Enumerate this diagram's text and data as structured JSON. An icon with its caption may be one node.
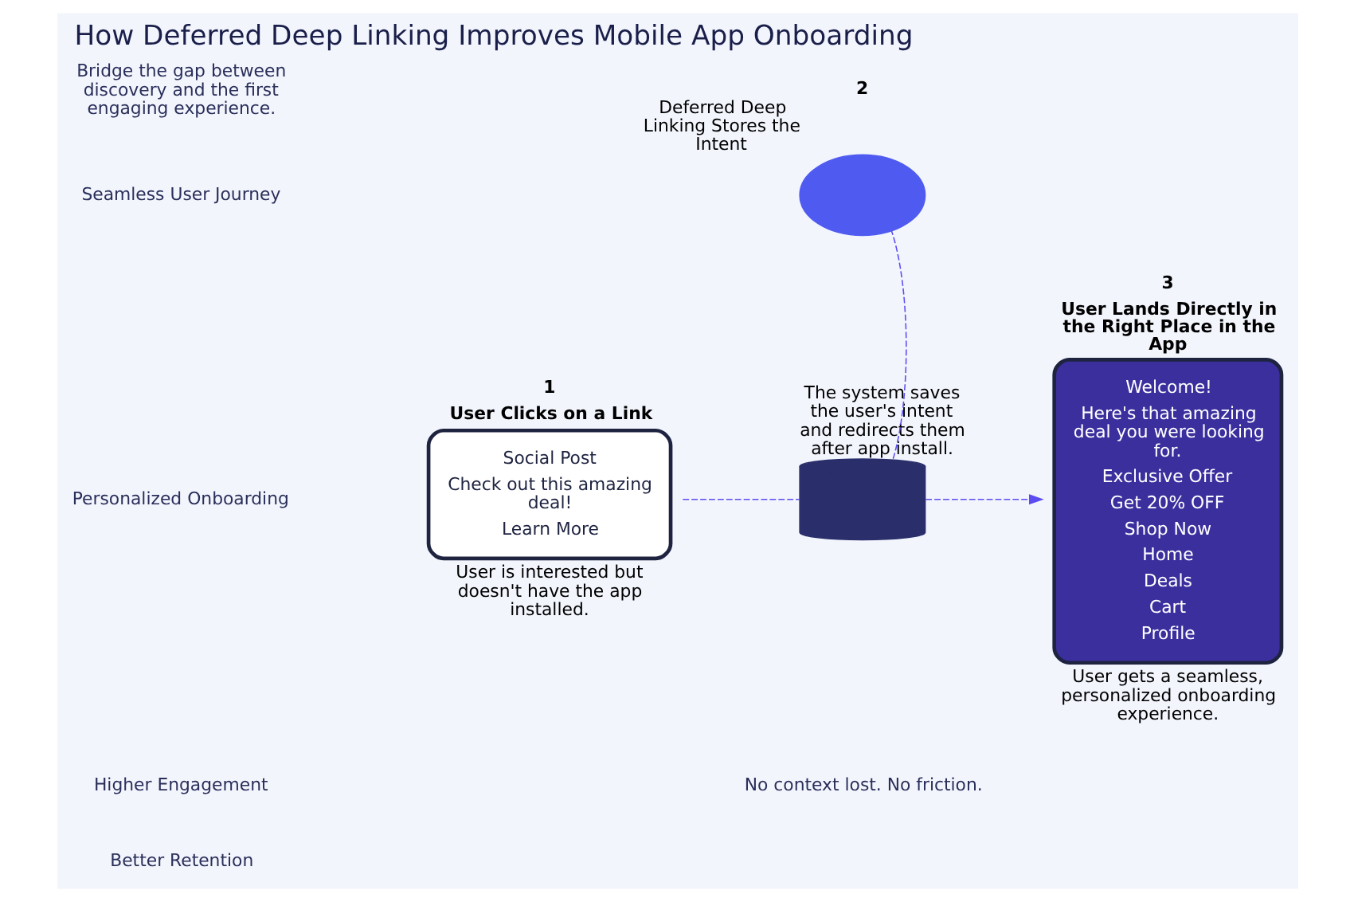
{
  "diagram": {
    "title": "How Deferred Deep Linking Improves Mobile App Onboarding",
    "nodes": [
      {
        "text": [
          "Social Post",
          "Check out this amazing deal!",
          "Learn More"
        ],
        "beside": [
          "1",
          "User Clicks on a Link",
          "User is interested but doesn't have the app installed."
        ]
      },
      {
        "text": [],
        "shape": "cloud",
        "beside": [
          "2",
          "Deferred Deep Linking Stores the Intent"
        ]
      },
      {
        "text": [],
        "shape": "cylinder",
        "beside": [
          "The system saves the user's intent and redirects them after app install."
        ]
      },
      {
        "text": [
          "Welcome!",
          "Here's that amazing deal you were looking for.",
          "Exclusive Offer",
          "Get 20% OFF",
          "Shop Now",
          "Home",
          "Deals",
          "Cart",
          "Profile"
        ],
        "beside": [
          "3",
          "User Lands Directly in the Right Place in the App",
          "User gets a seamless, personalized onboarding experience."
        ]
      }
    ],
    "edges": [
      {
        "from": 0,
        "to": 2,
        "arrow": "none",
        "style": "dashed"
      },
      {
        "from": 2,
        "to": 1,
        "arrow": "none",
        "style": "dashed"
      },
      {
        "from": 2,
        "to": 3,
        "arrow": "to",
        "style": "dashed"
      }
    ],
    "labels": [
      "Bridge the gap between discovery and the first engaging experience.",
      "Seamless User Journey",
      "Personalized Onboarding",
      "Higher Engagement",
      "Better Retention",
      "No context lost. No friction."
    ]
  }
}
